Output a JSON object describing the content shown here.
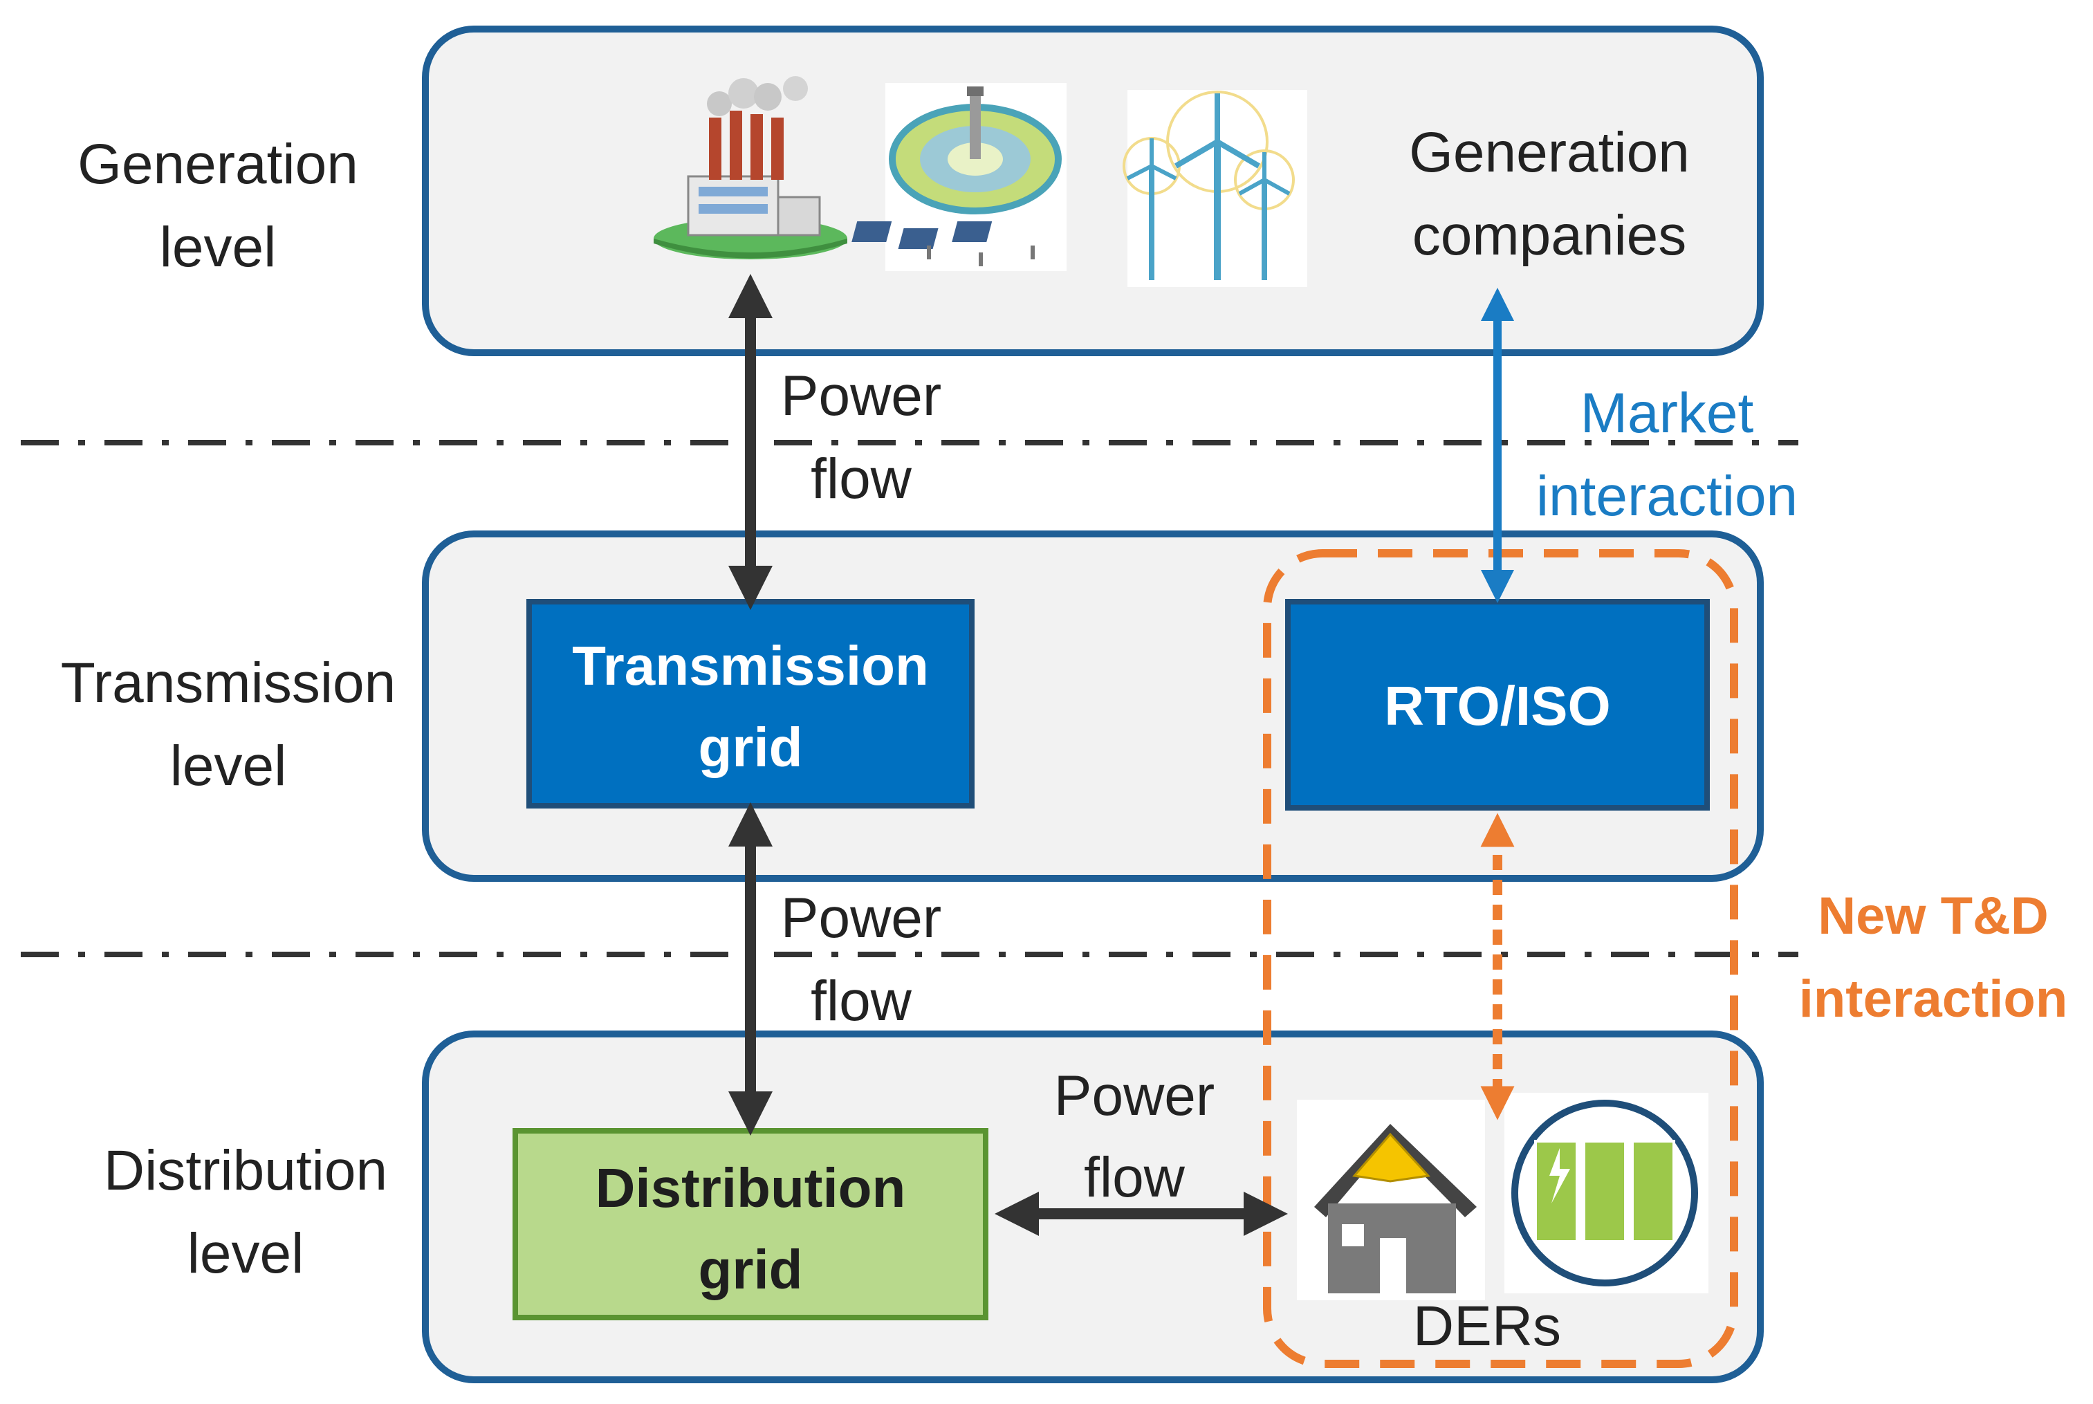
{
  "levels": {
    "generation": {
      "line1": "Generation",
      "line2": "level"
    },
    "transmission": {
      "line1": "Transmission",
      "line2": "level"
    },
    "distribution": {
      "line1": "Distribution",
      "line2": "level"
    }
  },
  "generation_companies": {
    "line1": "Generation",
    "line2": "companies"
  },
  "transmission_grid": {
    "line1": "Transmission",
    "line2": "grid"
  },
  "rto_iso": "RTO/ISO",
  "distribution_grid": {
    "line1": "Distribution",
    "line2": "grid"
  },
  "power_flow_top": {
    "line1": "Power",
    "line2": "flow"
  },
  "power_flow_mid": {
    "line1": "Power",
    "line2": "flow"
  },
  "power_flow_dist": {
    "line1": "Power",
    "line2": "flow"
  },
  "market_interaction": {
    "line1": "Market",
    "line2": "interaction"
  },
  "new_td_interaction": {
    "line1": "New T&D",
    "line2": "interaction"
  },
  "ders": "DERs",
  "icons": [
    "factory-icon",
    "solar-tower-plant-icon",
    "wind-turbines-icon",
    "solar-house-icon",
    "battery-storage-icon"
  ],
  "colors": {
    "panel_fill": "#f2f2f2",
    "panel_border": "#1f5f96",
    "box_blue": "#0070c0",
    "box_blue_border": "#1f4e79",
    "box_green": "#b8d98c",
    "box_green_border": "#5a9431",
    "market_blue": "#1a7cc4",
    "td_orange": "#ed7d31",
    "arrow_dark": "#333333"
  }
}
